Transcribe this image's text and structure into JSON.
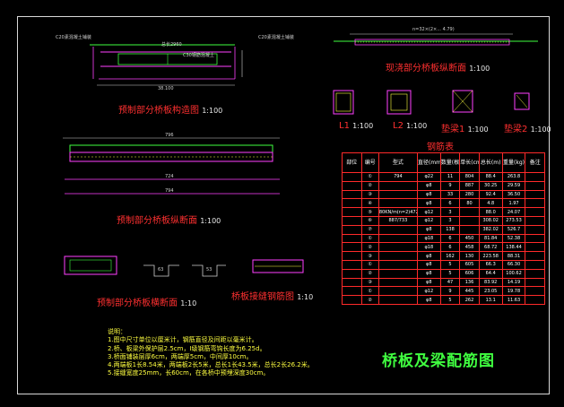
{
  "drawing": {
    "title": "桥板及梁配筋图",
    "colors": {
      "frame": "#d8d8d8",
      "caption": "#ff3030",
      "rebar": "#ff40ff",
      "concrete": "#40ff40",
      "note": "#ffff40",
      "table_border": "#ff2a2a"
    }
  },
  "views": {
    "prefab_structure": {
      "caption": "预制部分桥板构造图",
      "scale": "1:100",
      "label_left": "C20素混凝土铺装",
      "label_right": "C20素混凝土铺装",
      "label_mid": "C30钢筋混凝土",
      "dim_bottom": "38.100",
      "dim_top": "总长2960"
    },
    "cast_long": {
      "caption": "现浇部分桥板纵断面",
      "scale": "1:100",
      "dim": "n=32×(2×... 4.79)"
    },
    "prefab_long": {
      "caption": "预制部分桥板纵断面",
      "scale": "1:100",
      "dim_top": "796",
      "dim_mid": "724",
      "dim_bot": "794"
    },
    "beams": [
      {
        "caption": "L1",
        "scale": "1:100"
      },
      {
        "caption": "L2",
        "scale": "1:100"
      },
      {
        "caption": "垫梁1",
        "scale": "1:100"
      },
      {
        "caption": "垫梁2",
        "scale": "1:100"
      }
    ],
    "prefab_cross": {
      "caption": "预制部分桥板横断面",
      "scale": "1:10",
      "dims": [
        "63",
        "53"
      ]
    },
    "joint": {
      "caption": "桥板接缝钢筋图",
      "scale": "1:10"
    }
  },
  "rebar_table": {
    "title": "钢筋表",
    "headers": [
      "部位",
      "编号",
      "型式",
      "直径(mm)",
      "数量(根)",
      "单长(cm)",
      "总长(m)",
      "重量(kg)",
      "备注"
    ],
    "rows": [
      [
        "",
        "①",
        "794",
        "φ22",
        "11",
        "804",
        "88.4",
        "263.8",
        ""
      ],
      [
        "",
        "②",
        "",
        "φ8",
        "9",
        "887",
        "30.25",
        "29.59",
        ""
      ],
      [
        "",
        "③",
        "",
        "φ8",
        "33",
        "280",
        "92.4",
        "36.50",
        ""
      ],
      [
        "",
        "④",
        "",
        "φ8",
        "6",
        "80",
        "4.8",
        "1.97",
        ""
      ],
      [
        "",
        "⑤",
        "80KN/m(n=2)472",
        "φ12",
        "3",
        "",
        "88.0",
        "24.07",
        ""
      ],
      [
        "",
        "⑥",
        "887/733",
        "φ12",
        "3",
        "",
        "308.02",
        "273.53",
        ""
      ],
      [
        "",
        "⑦",
        "",
        "φ8",
        "138",
        "",
        "382.02",
        "526.7",
        ""
      ],
      [
        "",
        "①",
        "",
        "φ18",
        "6",
        "450",
        "81.84",
        "52.38",
        ""
      ],
      [
        "",
        "②",
        "",
        "φ18",
        "6",
        "458",
        "68.72",
        "138.44",
        ""
      ],
      [
        "",
        "③",
        "",
        "φ8",
        "162",
        "130",
        "223.58",
        "88.31",
        ""
      ],
      [
        "",
        "①",
        "",
        "φ8",
        "5",
        "605",
        "66.3",
        "66.30",
        ""
      ],
      [
        "",
        "②",
        "",
        "φ8",
        "5",
        "606",
        "64.4",
        "100.62",
        ""
      ],
      [
        "",
        "③",
        "",
        "φ8",
        "47",
        "136",
        "83.92",
        "14.19",
        ""
      ],
      [
        "",
        "①",
        "",
        "φ12",
        "9",
        "445",
        "23.05",
        "19.78",
        ""
      ],
      [
        "",
        "②",
        "",
        "φ8",
        "5",
        "262",
        "13.1",
        "11.63",
        ""
      ]
    ]
  },
  "notes": {
    "heading": "说明：",
    "lines": [
      "1.图中尺寸单位以厘米计，钢筋直径及间距以毫米计。",
      "2.桥、板梁外保护层2.5cm，I级钢筋弯钩长度为6.25d。",
      "3.桥面铺装层厚6cm，两端厚5cm，中间厚10cm。",
      "4.两端板1长8.54米，两端板2长5米，总长1长43.5米，总长2长26.2米。",
      "5.接缝宽度25mm，长60cm，在各桥中预埋深度30cm。"
    ]
  }
}
